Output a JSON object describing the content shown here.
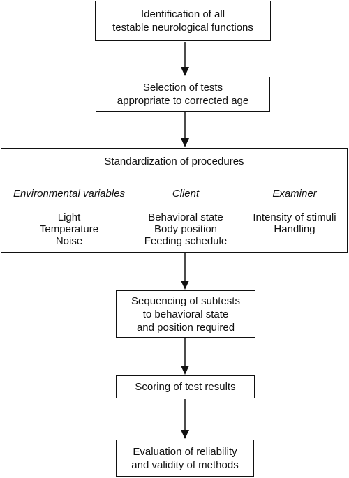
{
  "steps": [
    {
      "lines": [
        "Identification of all",
        "testable neurological functions"
      ]
    },
    {
      "lines": [
        "Selection of tests",
        "appropriate to corrected age"
      ]
    },
    {
      "title": "Standardization of procedures",
      "categories": [
        {
          "heading": "Environmental variables",
          "items": [
            "Light",
            "Temperature",
            "Noise"
          ]
        },
        {
          "heading": "Client",
          "items": [
            "Behavioral state",
            "Body position",
            "Feeding schedule"
          ]
        },
        {
          "heading": "Examiner",
          "items": [
            "Intensity of stimuli",
            "Handling"
          ]
        }
      ]
    },
    {
      "lines": [
        "Sequencing of subtests",
        "to behavioral state",
        "and position required"
      ]
    },
    {
      "lines": [
        "Scoring of test results"
      ]
    },
    {
      "lines": [
        "Evaluation of reliability",
        "and validity of methods"
      ]
    }
  ]
}
